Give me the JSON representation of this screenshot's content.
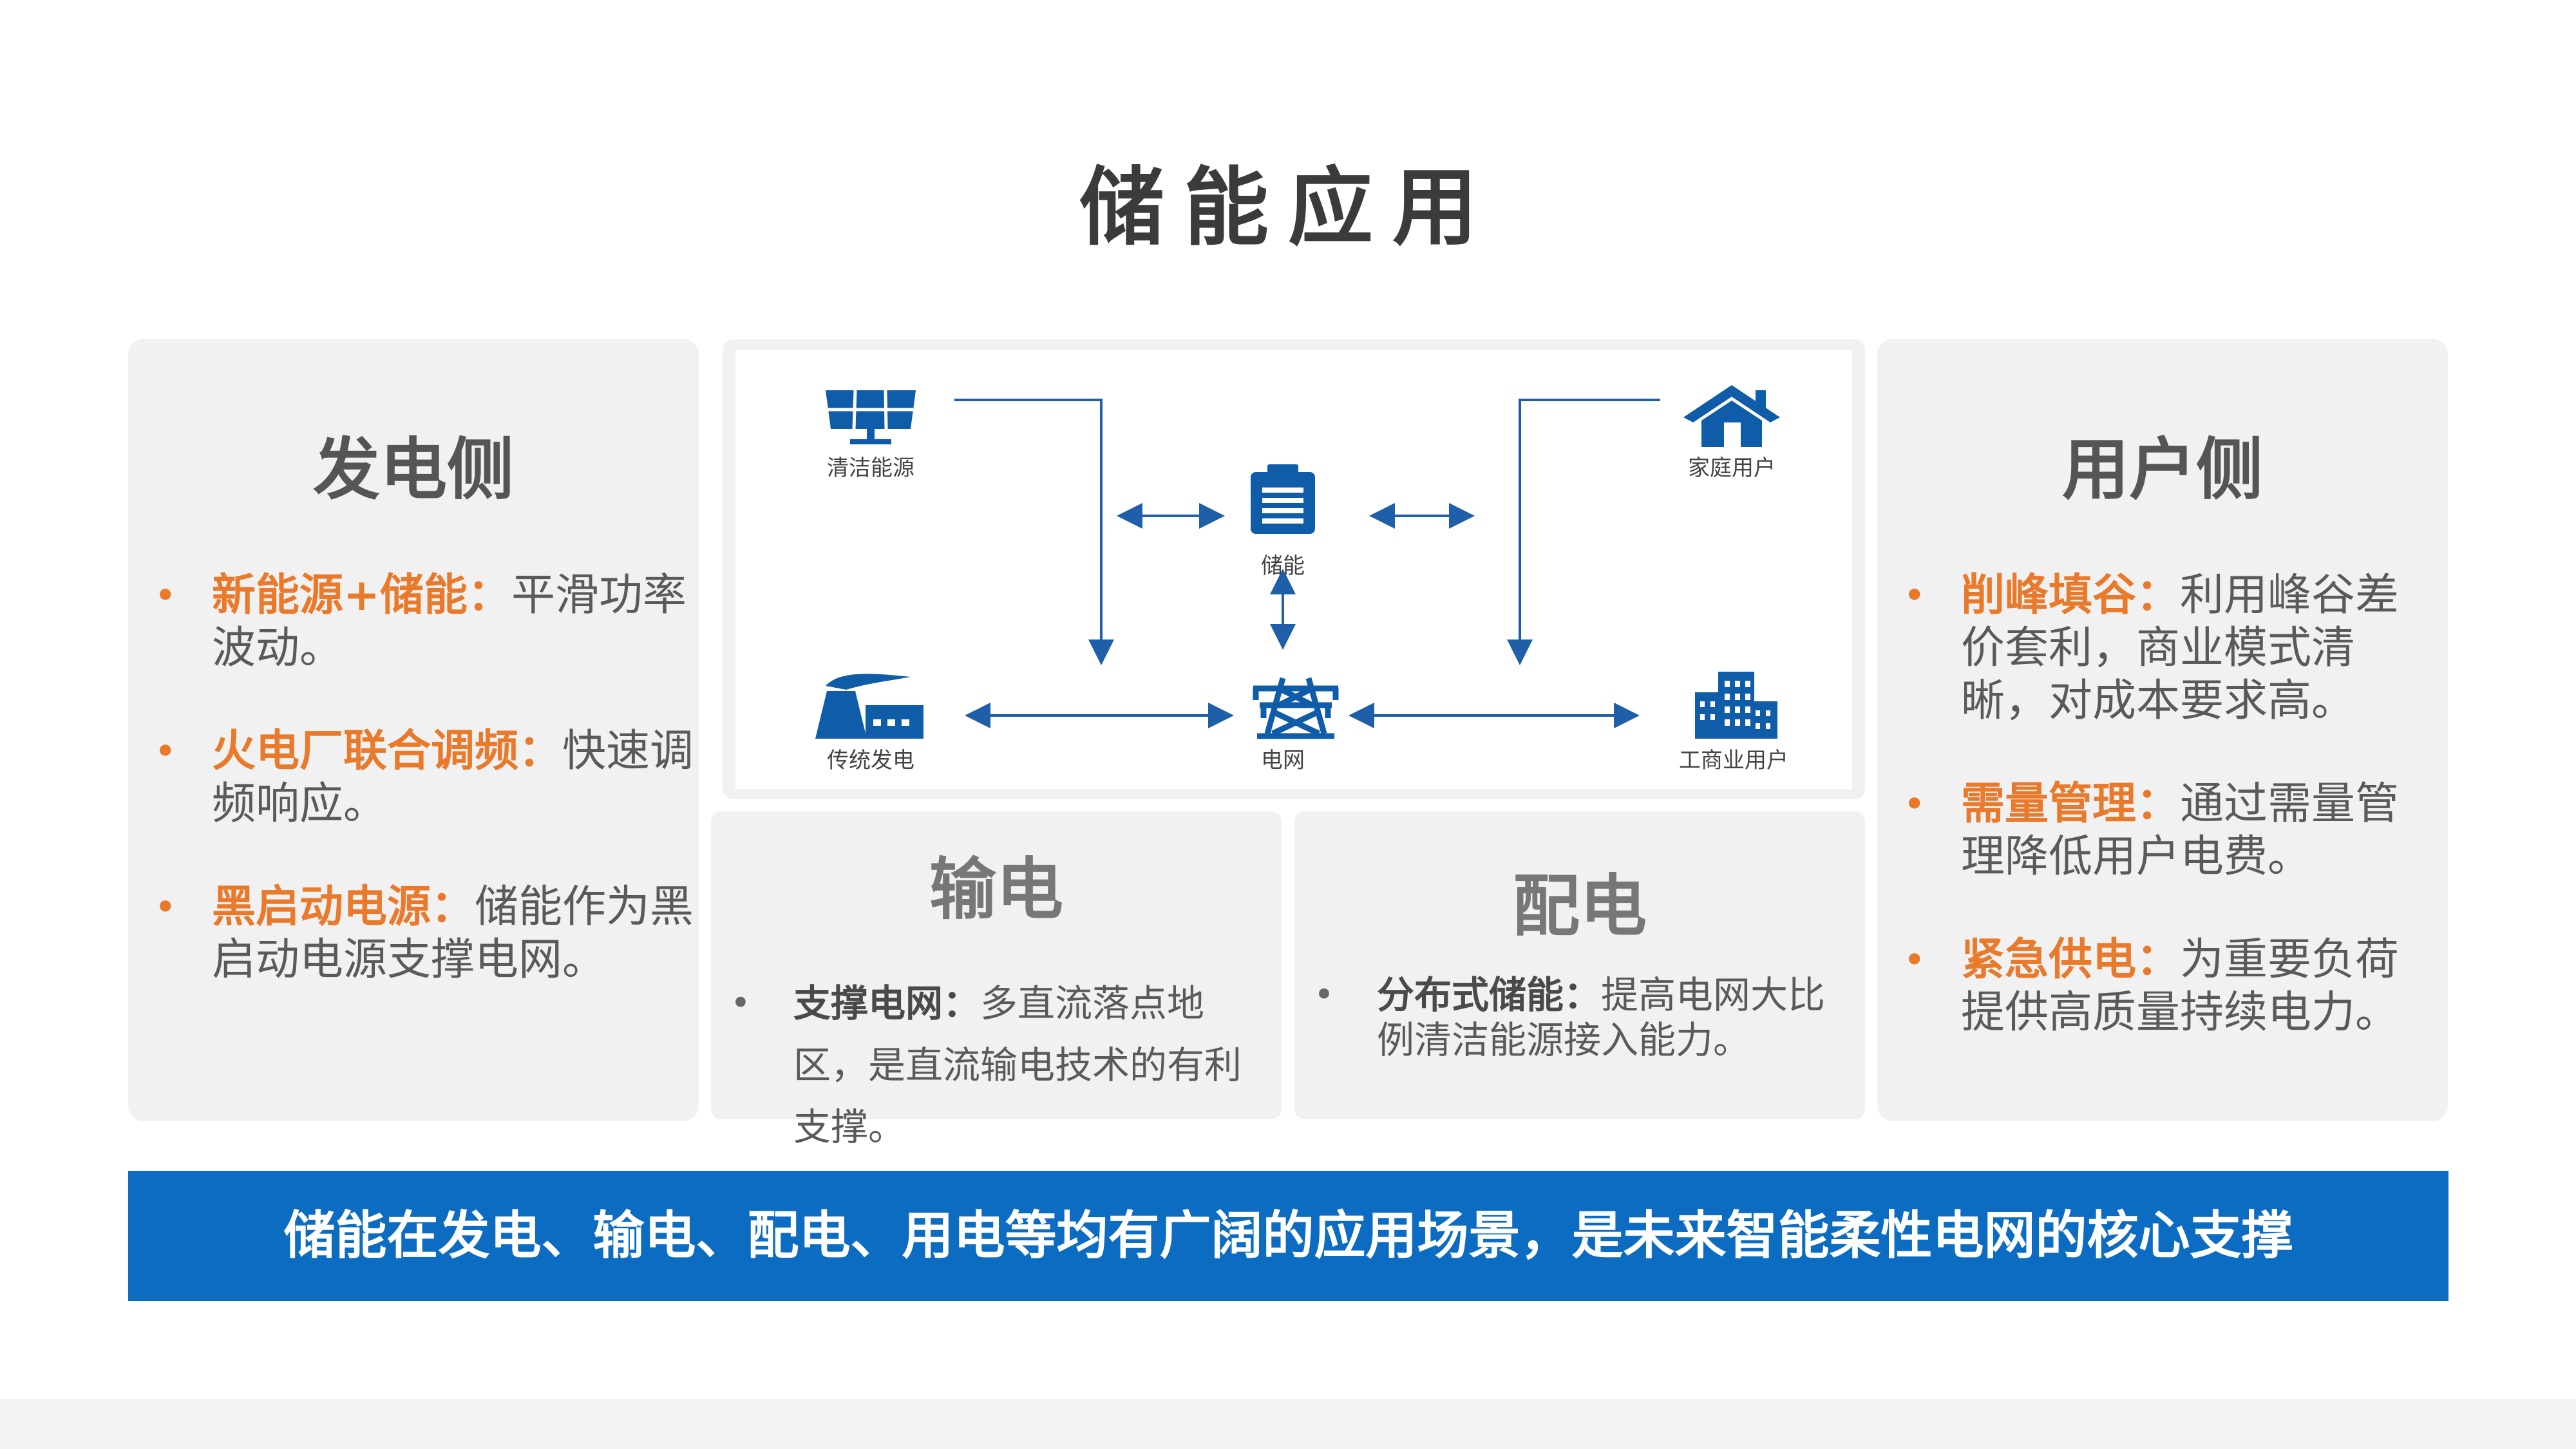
{
  "title": "储能应用",
  "generation": {
    "title": "发电侧",
    "items": [
      {
        "highlight": "新能源+储能：",
        "text": "平滑功率波动。"
      },
      {
        "highlight": "火电厂联合调频：",
        "text": "快速调频响应。"
      },
      {
        "highlight": "黑启动电源：",
        "text": "储能作为黑启动电源支撑电网。"
      }
    ]
  },
  "transmission": {
    "title": "输电",
    "items": [
      {
        "highlight": "支撑电网：",
        "text": "多直流落点地区，是直流输电技术的有利支撑。"
      }
    ]
  },
  "distribution": {
    "title": "配电",
    "items": [
      {
        "highlight": "分布式储能：",
        "text": "提高电网大比例清洁能源接入能力。"
      }
    ]
  },
  "user": {
    "title": "用户侧",
    "items": [
      {
        "highlight": "削峰填谷：",
        "text": "利用峰谷差价套利，商业模式清晰，对成本要求高。"
      },
      {
        "highlight": "需量管理：",
        "text": "通过需量管理降低用户电费。"
      },
      {
        "highlight": "紧急供电：",
        "text": "为重要负荷提供高质量持续电力。"
      }
    ]
  },
  "diagram": {
    "clean_energy": "清洁能源",
    "storage": "储能",
    "home_user": "家庭用户",
    "traditional_power": "传统发电",
    "grid": "电网",
    "commercial_user": "工商业用户"
  },
  "footer": "储能在发电、输电、配电、用电等均有广阔的应用场景，是未来智能柔性电网的核心支撑",
  "colors": {
    "accent_orange": "#e97a2c",
    "brand_blue": "#0b6cc1",
    "icon_blue": "#0f5ca8",
    "panel_gray": "#f1f1f1"
  }
}
